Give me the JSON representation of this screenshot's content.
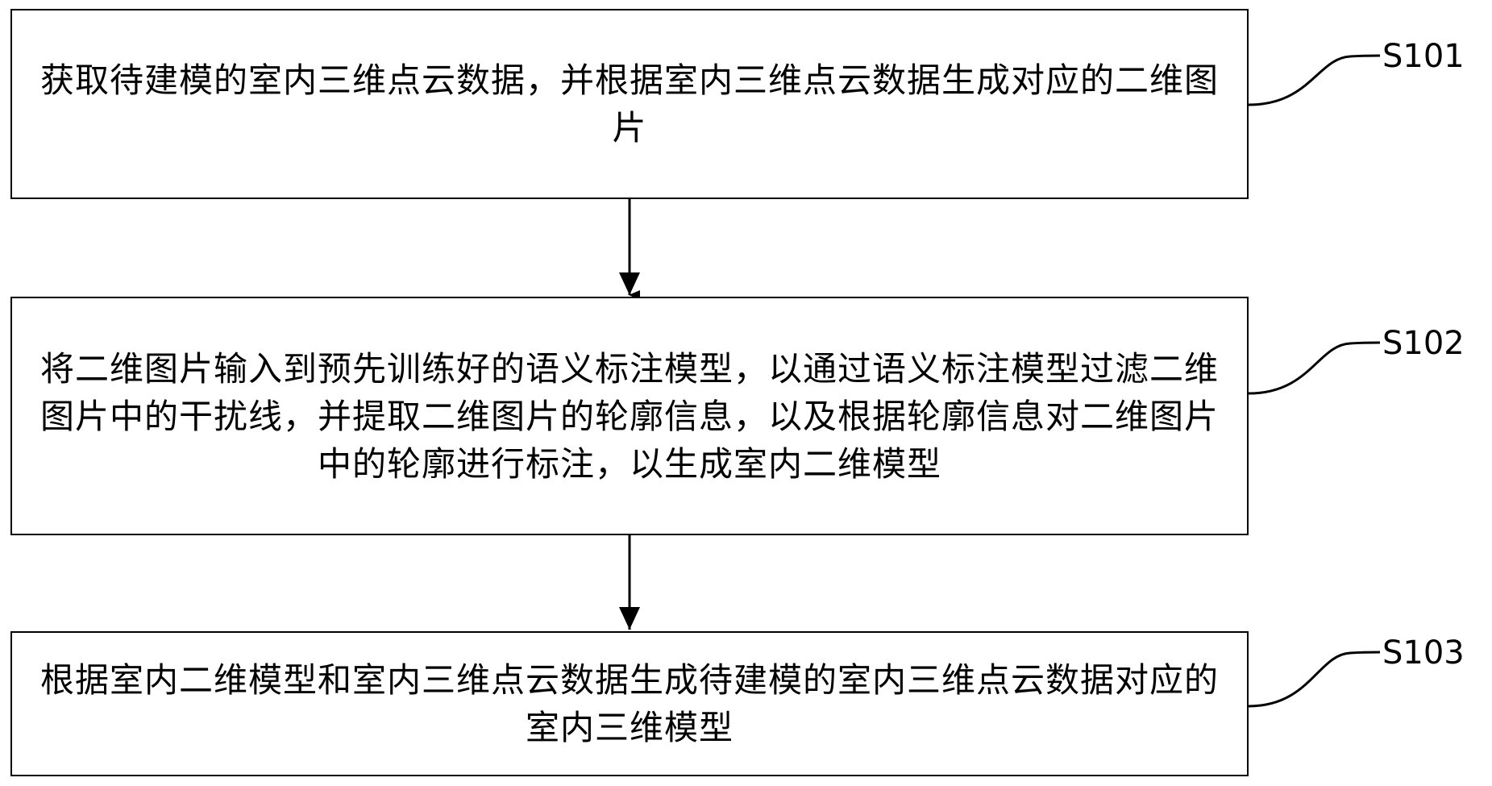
{
  "steps": [
    {
      "label": "S101",
      "text": "获取待建模的室内三维点云数据，并根据室内三维点云数据生成对应的二维图片"
    },
    {
      "label": "S102",
      "text": "将二维图片输入到预先训练好的语义标注模型，以通过语义标注模型过滤二维图片中的干扰线，并提取二维图片的轮廓信息，以及根据轮廓信息对二维图片中的轮廓进行标注，以生成室内二维模型"
    },
    {
      "label": "S103",
      "text": "根据室内二维模型和室内三维点云数据生成待建模的室内三维点云数据对应的室内三维模型"
    }
  ],
  "colors": {
    "line": "#000000",
    "box_fill": "#ffffff",
    "background": "#ffffff"
  }
}
